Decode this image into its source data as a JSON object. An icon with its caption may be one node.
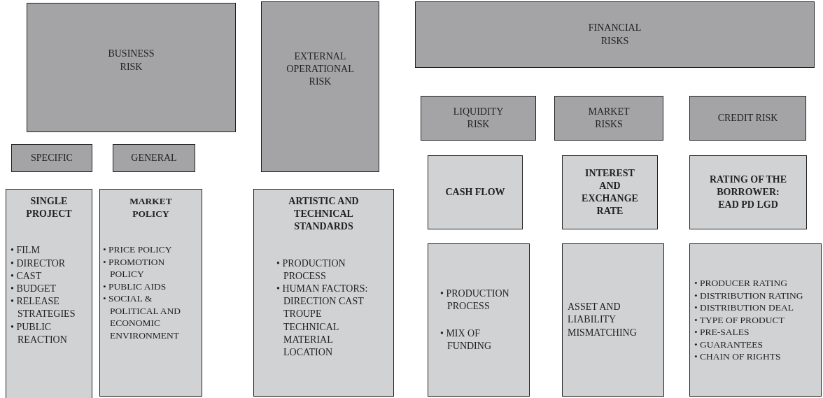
{
  "diagram": {
    "nodes": [
      {
        "text": [
          "BUSINESS RISK"
        ]
      },
      {
        "text": [
          "EXTERNAL OPERATIONAL RISK"
        ]
      },
      {
        "text": [
          "FINANCIAL RISKS"
        ]
      },
      {
        "text": [
          "SPECIFIC"
        ]
      },
      {
        "text": [
          "GENERAL"
        ]
      },
      {
        "text": [
          "LIQUIDITY RISK"
        ]
      },
      {
        "text": [
          "MARKET RISKS"
        ]
      },
      {
        "text": [
          "CREDIT RISK"
        ]
      },
      {
        "text": [
          "SINGLE PROJECT",
          "• FILM",
          "• DIRECTOR",
          "• CAST",
          "• BUDGET",
          "• RELEASE STRATEGIES",
          "• PUBLIC REACTION"
        ]
      },
      {
        "text": [
          "MARKET POLICY",
          "• PRICE POLICY",
          "• PROMOTION POLICY",
          "• PUBLIC AIDS",
          "• SOCIAL & POLITICAL AND ECONOMIC ENVIRONMENT"
        ]
      },
      {
        "text": [
          "ARTISTIC AND TECHNICAL STANDARDS",
          "• PRODUCTION PROCESS",
          "• HUMAN FACTORS: DIRECTION CAST TROUPE TECHNICAL MATERIAL LOCATION"
        ]
      },
      {
        "text": [
          "CASH FLOW"
        ]
      },
      {
        "text": [
          "INTEREST AND EXCHANGE RATE"
        ]
      },
      {
        "text": [
          "RATING OF THE BORROWER: EAD PD LGD"
        ]
      },
      {
        "text": [
          "• PRODUCTION PROCESS",
          "• MIX OF FUNDING"
        ]
      },
      {
        "text": [
          "ASSET AND LIABILITY MISMATCHING"
        ]
      },
      {
        "text": [
          "• PRODUCER RATING",
          "• DISTRIBUTION RATING",
          "• DISTRIBUTION DEAL",
          "• TYPE OF PRODUCT",
          "• PRE-SALES",
          "• GUARANTEES",
          "• CHAIN OF RIGHTS"
        ]
      }
    ]
  }
}
